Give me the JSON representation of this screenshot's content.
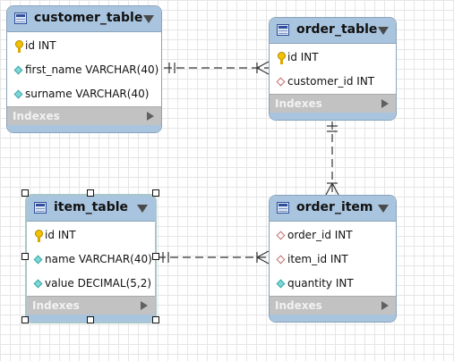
{
  "diagram": {
    "tables": [
      {
        "name": "customer_table",
        "columns": [
          {
            "icon": "primary-key-icon",
            "text": "id INT"
          },
          {
            "icon": "column-icon",
            "text": "first_name VARCHAR(40)"
          },
          {
            "icon": "column-icon",
            "text": "surname VARCHAR(40)"
          }
        ],
        "footer": "Indexes"
      },
      {
        "name": "order_table",
        "columns": [
          {
            "icon": "primary-key-icon",
            "text": "id INT"
          },
          {
            "icon": "foreign-key-icon",
            "text": "customer_id INT"
          }
        ],
        "footer": "Indexes"
      },
      {
        "name": "item_table",
        "columns": [
          {
            "icon": "primary-key-icon",
            "text": "id INT"
          },
          {
            "icon": "column-icon",
            "text": "name VARCHAR(40)"
          },
          {
            "icon": "column-icon",
            "text": "value DECIMAL(5,2)"
          }
        ],
        "footer": "Indexes"
      },
      {
        "name": "order_item",
        "columns": [
          {
            "icon": "foreign-key-icon",
            "text": "order_id INT"
          },
          {
            "icon": "foreign-key-icon",
            "text": "item_id INT"
          },
          {
            "icon": "column-icon",
            "text": "quantity INT"
          }
        ],
        "footer": "Indexes"
      }
    ],
    "selected_table": "item_table",
    "relationships": [
      {
        "from": "customer_table",
        "to": "order_table",
        "from_end": "one-and-only-one",
        "to_end": "one-or-many"
      },
      {
        "from": "order_table",
        "to": "order_item",
        "from_end": "one-and-only-one",
        "to_end": "one-or-many"
      },
      {
        "from": "item_table",
        "to": "order_item",
        "from_end": "one-and-only-one",
        "to_end": "one-or-many"
      }
    ]
  },
  "colors": {
    "header": "#a9c4de",
    "footer": "#c2c2c2",
    "border": "#8aa3ba",
    "connector": "#333333"
  }
}
